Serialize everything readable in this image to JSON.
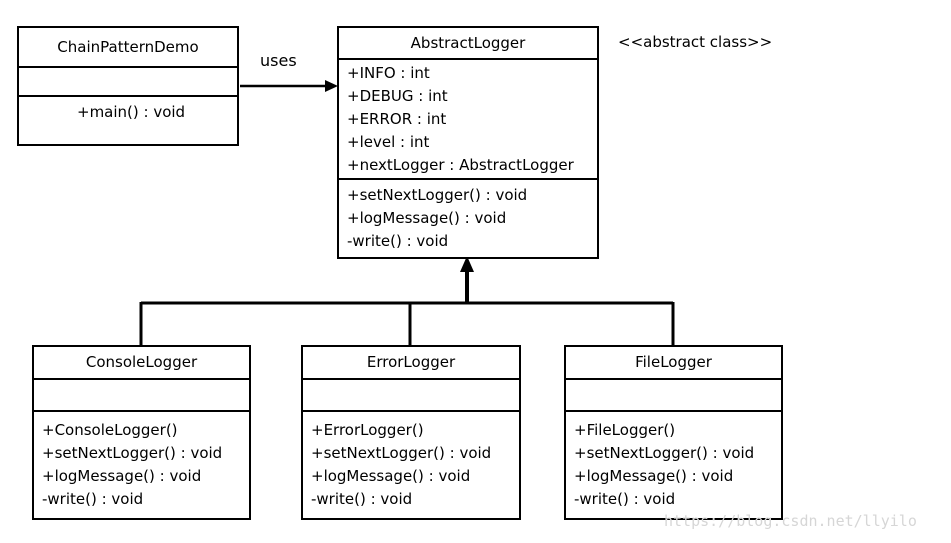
{
  "classes": {
    "chain_pattern_demo": {
      "name": "ChainPatternDemo",
      "attributes": [],
      "methods": [
        "+main() : void"
      ]
    },
    "abstract_logger": {
      "name": "AbstractLogger",
      "attributes": [
        "+INFO : int",
        "+DEBUG : int",
        "+ERROR : int",
        "+level : int",
        "+nextLogger : AbstractLogger"
      ],
      "methods": [
        "+setNextLogger() : void",
        "+logMessage() : void",
        "-write() : void"
      ]
    },
    "console_logger": {
      "name": "ConsoleLogger",
      "attributes": [],
      "methods": [
        "+ConsoleLogger()",
        "+setNextLogger() : void",
        "+logMessage() : void",
        "-write() : void"
      ]
    },
    "error_logger": {
      "name": "ErrorLogger",
      "attributes": [],
      "methods": [
        "+ErrorLogger()",
        "+setNextLogger() : void",
        "+logMessage() : void",
        "-write() : void"
      ]
    },
    "file_logger": {
      "name": "FileLogger",
      "attributes": [],
      "methods": [
        "+FileLogger()",
        "+setNextLogger() : void",
        "+logMessage() : void",
        "-write() : void"
      ]
    }
  },
  "labels": {
    "uses": "uses",
    "stereotype": "<<abstract class>>"
  },
  "watermark": "https://blog.csdn.net/llyilo",
  "colors": {
    "line": "#000000",
    "watermark": "#d6d6d6"
  }
}
